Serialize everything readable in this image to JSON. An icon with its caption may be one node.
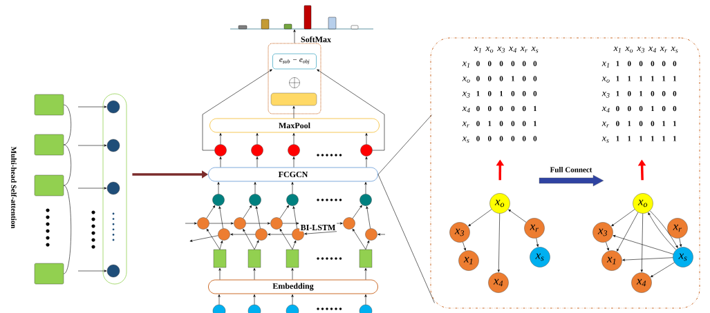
{
  "diagram": {
    "nodes": [
      {
        "text": [],
        "shape": "box"
      },
      {
        "text": [],
        "shape": "box"
      },
      {
        "text": [],
        "shape": "box"
      },
      {
        "text": [],
        "shape": "box"
      },
      {
        "text": [],
        "shape": "box"
      },
      {
        "text": [],
        "shape": "circle",
        "in": 4
      },
      {
        "text": [],
        "shape": "circle",
        "in": 4
      },
      {
        "text": [],
        "shape": "circle",
        "in": 4
      },
      {
        "text": [],
        "shape": "circle",
        "in": 4
      },
      {
        "text": [],
        "shape": "picture"
      },
      {
        "text": [],
        "shape": "box"
      },
      {
        "text": [
          "e$_{sub}$ − e$_{obj}$"
        ],
        "in": 10
      },
      {
        "text": [],
        "shape": "circle",
        "in": 10
      },
      {
        "text": [],
        "shape": "box",
        "in": 10
      },
      {
        "text": [
          "MaxPool"
        ]
      },
      {
        "text": [],
        "shape": "circle"
      },
      {
        "text": [],
        "shape": "circle"
      },
      {
        "text": [],
        "shape": "circle"
      },
      {
        "text": [],
        "shape": "circle"
      },
      {
        "text": [
          "FCGCN"
        ]
      },
      {
        "text": [],
        "shape": "circle"
      },
      {
        "text": [],
        "shape": "circle"
      },
      {
        "text": [],
        "shape": "circle"
      },
      {
        "text": [],
        "shape": "circle"
      },
      {
        "text": [],
        "shape": "circle"
      },
      {
        "text": [],
        "shape": "circle"
      },
      {
        "text": [],
        "shape": "circle"
      },
      {
        "text": [],
        "shape": "circle"
      },
      {
        "text": [],
        "shape": "circle"
      },
      {
        "text": [],
        "shape": "circle"
      },
      {
        "text": [],
        "shape": "circle"
      },
      {
        "text": [],
        "shape": "circle"
      },
      {
        "text": [],
        "shape": "box"
      },
      {
        "text": [],
        "shape": "box"
      },
      {
        "text": [],
        "shape": "box"
      },
      {
        "text": [],
        "shape": "box"
      },
      {
        "text": [
          "Embedding"
        ]
      },
      {
        "text": [],
        "shape": "circle"
      },
      {
        "text": [],
        "shape": "circle"
      },
      {
        "text": [],
        "shape": "circle"
      },
      {
        "text": [],
        "shape": "circle"
      },
      {
        "text": [],
        "shape": "box"
      },
      {
        "text": [
          "x$_{1}$",
          "x$_{o}$",
          "x$_{3}$",
          "x$_{4}$",
          "x$_{r}$",
          "x$_{s}$",
          "x$_{1}$",
          "0",
          "0",
          "0",
          "0",
          "0",
          "0",
          "x$_{o}$",
          "0",
          "0",
          "0",
          "1",
          "0",
          "0",
          "x$_{3}$",
          "1",
          "0",
          "1",
          "0",
          "0",
          "0",
          "x$_{4}$",
          "0",
          "0",
          "0",
          "0",
          "0",
          "1",
          "x$_{r}$",
          "0",
          "1",
          "0",
          "0",
          "0",
          "1",
          "x$_{s}$",
          "0",
          "0",
          "0",
          "0",
          "0",
          "0"
        ],
        "in": 41
      },
      {
        "text": [
          "x$_{1}$",
          "x$_{o}$",
          "x$_{3}$",
          "x$_{4}$",
          "x$_{r}$",
          "x$_{s}$",
          "x$_{1}$",
          "1",
          "0",
          "0",
          "0",
          "0",
          "0",
          "x$_{o}$",
          "1",
          "1",
          "1",
          "1",
          "1",
          "1",
          "x$_{3}$",
          "1",
          "0",
          "1",
          "0",
          "0",
          "0",
          "x$_{4}$",
          "0",
          "0",
          "0",
          "1",
          "0",
          "0",
          "x$_{r}$",
          "0",
          "1",
          "0",
          "0",
          "1",
          "1",
          "x$_{s}$",
          "1",
          "1",
          "1",
          "1",
          "1",
          "1"
        ],
        "in": 41
      },
      {
        "text": [
          "x$_{o}$"
        ],
        "in": 41
      },
      {
        "text": [
          "x$_{3}$"
        ],
        "in": 41
      },
      {
        "text": [
          "x$_{r}$"
        ],
        "in": 41
      },
      {
        "text": [
          "x$_{1}$"
        ],
        "in": 41
      },
      {
        "text": [
          "x$_{s}$"
        ],
        "in": 41
      },
      {
        "text": [
          "x$_{4}$"
        ],
        "in": 41
      },
      {
        "text": [
          "x$_{o}$"
        ],
        "in": 41
      },
      {
        "text": [
          "x$_{3}$"
        ],
        "in": 41
      },
      {
        "text": [
          "x$_{r}$"
        ],
        "in": 41
      },
      {
        "text": [
          "x$_{1}$"
        ],
        "in": 41
      },
      {
        "text": [
          "x$_{s}$"
        ],
        "in": 41
      },
      {
        "text": [
          "x$_{4}$"
        ],
        "in": 41
      },
      {
        "text": [
          "BI-LSTM"
        ]
      }
    ],
    "edges": [
      {
        "from": null,
        "to": 5,
        "arrow": "to"
      },
      {
        "from": null,
        "to": 6,
        "arrow": "to"
      },
      {
        "from": null,
        "to": 7,
        "arrow": "to"
      },
      {
        "from": null,
        "to": 8,
        "arrow": "to"
      },
      {
        "from": 0,
        "to": 1,
        "arrow": "none"
      },
      {
        "from": 1,
        "to": 2,
        "arrow": "none"
      },
      {
        "from": 2,
        "to": 3,
        "arrow": "none"
      },
      {
        "from": 4,
        "to": 19,
        "arrow": "to",
        "style": "thick",
        "color": "#7b2c2c"
      },
      {
        "from": 10,
        "to": 9,
        "arrow": "to",
        "label": "SoftMax"
      },
      {
        "from": 14,
        "to": 13,
        "arrow": "to"
      },
      {
        "from": 15,
        "to": 11,
        "arrow": "to"
      },
      {
        "from": 18,
        "to": 11,
        "arrow": "to"
      },
      {
        "from": 15,
        "to": 14,
        "arrow": "to"
      },
      {
        "from": 16,
        "to": 14,
        "arrow": "to"
      },
      {
        "from": 17,
        "to": 14,
        "arrow": "to"
      },
      {
        "from": 18,
        "to": 14,
        "arrow": "to"
      },
      {
        "from": 19,
        "to": 15,
        "arrow": "to"
      },
      {
        "from": 19,
        "to": 16,
        "arrow": "to"
      },
      {
        "from": 19,
        "to": 17,
        "arrow": "to"
      },
      {
        "from": 19,
        "to": 18,
        "arrow": "to"
      },
      {
        "from": 20,
        "to": 19,
        "arrow": "to"
      },
      {
        "from": 21,
        "to": 19,
        "arrow": "to"
      },
      {
        "from": 22,
        "to": 19,
        "arrow": "to"
      },
      {
        "from": 23,
        "to": 19,
        "arrow": "to"
      },
      {
        "from": 24,
        "to": 20,
        "arrow": "to"
      },
      {
        "from": 25,
        "to": 20,
        "arrow": "to"
      },
      {
        "from": 26,
        "to": 21,
        "arrow": "to"
      },
      {
        "from": 27,
        "to": 21,
        "arrow": "to"
      },
      {
        "from": 28,
        "to": 22,
        "arrow": "to"
      },
      {
        "from": 29,
        "to": 22,
        "arrow": "to"
      },
      {
        "from": 30,
        "to": 23,
        "arrow": "to"
      },
      {
        "from": 31,
        "to": 23,
        "arrow": "to"
      },
      {
        "from": 32,
        "to": 24,
        "arrow": "to"
      },
      {
        "from": 32,
        "to": 25,
        "arrow": "to"
      },
      {
        "from": 33,
        "to": 26,
        "arrow": "to"
      },
      {
        "from": 33,
        "to": 27,
        "arrow": "to"
      },
      {
        "from": 34,
        "to": 28,
        "arrow": "to"
      },
      {
        "from": 34,
        "to": 29,
        "arrow": "to"
      },
      {
        "from": 35,
        "to": 30,
        "arrow": "to"
      },
      {
        "from": 35,
        "to": 31,
        "arrow": "to"
      },
      {
        "from": null,
        "to": 24,
        "arrow": "to"
      },
      {
        "from": 24,
        "to": 26,
        "arrow": "to"
      },
      {
        "from": 26,
        "to": 28,
        "arrow": "to"
      },
      {
        "from": 28,
        "to": 56,
        "arrow": "to"
      },
      {
        "from": 56,
        "to": 30,
        "arrow": "to"
      },
      {
        "from": 27,
        "to": 25,
        "arrow": "to"
      },
      {
        "from": 29,
        "to": 27,
        "arrow": "to"
      },
      {
        "from": 25,
        "to": null,
        "arrow": "to"
      },
      {
        "from": 56,
        "to": 29,
        "arrow": "to"
      },
      {
        "from": null,
        "to": 31,
        "arrow": "to"
      },
      {
        "from": 36,
        "to": 32,
        "arrow": "to"
      },
      {
        "from": 36,
        "to": 33,
        "arrow": "to"
      },
      {
        "from": 36,
        "to": 34,
        "arrow": "to"
      },
      {
        "from": 36,
        "to": 35,
        "arrow": "to"
      },
      {
        "from": 37,
        "to": 36,
        "arrow": "to"
      },
      {
        "from": 38,
        "to": 36,
        "arrow": "to"
      },
      {
        "from": 39,
        "to": 36,
        "arrow": "to"
      },
      {
        "from": 40,
        "to": 36,
        "arrow": "to"
      },
      {
        "from": 19,
        "to": 41,
        "arrow": "none"
      },
      {
        "from": 19,
        "to": 41,
        "arrow": "none"
      },
      {
        "from": 44,
        "to": 42,
        "arrow": "to",
        "style": "thick",
        "color": "#ff0000"
      },
      {
        "from": 50,
        "to": 43,
        "arrow": "to",
        "style": "thick",
        "color": "#ff0000"
      },
      {
        "from": 44,
        "to": 45,
        "arrow": "to"
      },
      {
        "from": 44,
        "to": 49,
        "arrow": "to"
      },
      {
        "from": 46,
        "to": 44,
        "arrow": "to"
      },
      {
        "from": 45,
        "to": 47,
        "arrow": "to"
      },
      {
        "from": 46,
        "to": 48,
        "arrow": "to"
      },
      {
        "from": 50,
        "to": 51,
        "arrow": "to"
      },
      {
        "from": 50,
        "to": 53,
        "arrow": "to"
      },
      {
        "from": 50,
        "to": 55,
        "arrow": "to"
      },
      {
        "from": 50,
        "to": 54,
        "arrow": "to"
      },
      {
        "from": 54,
        "to": 50,
        "arrow": "to"
      },
      {
        "from": 54,
        "to": 51,
        "arrow": "to"
      },
      {
        "from": 54,
        "to": 53,
        "arrow": "to"
      },
      {
        "from": 54,
        "to": 55,
        "arrow": "to"
      },
      {
        "from": 52,
        "to": 54,
        "arrow": "to"
      },
      {
        "from": 51,
        "to": 53,
        "arrow": "to"
      }
    ],
    "labels": [
      "Multi-head Self-attention",
      "Full Connect"
    ]
  }
}
